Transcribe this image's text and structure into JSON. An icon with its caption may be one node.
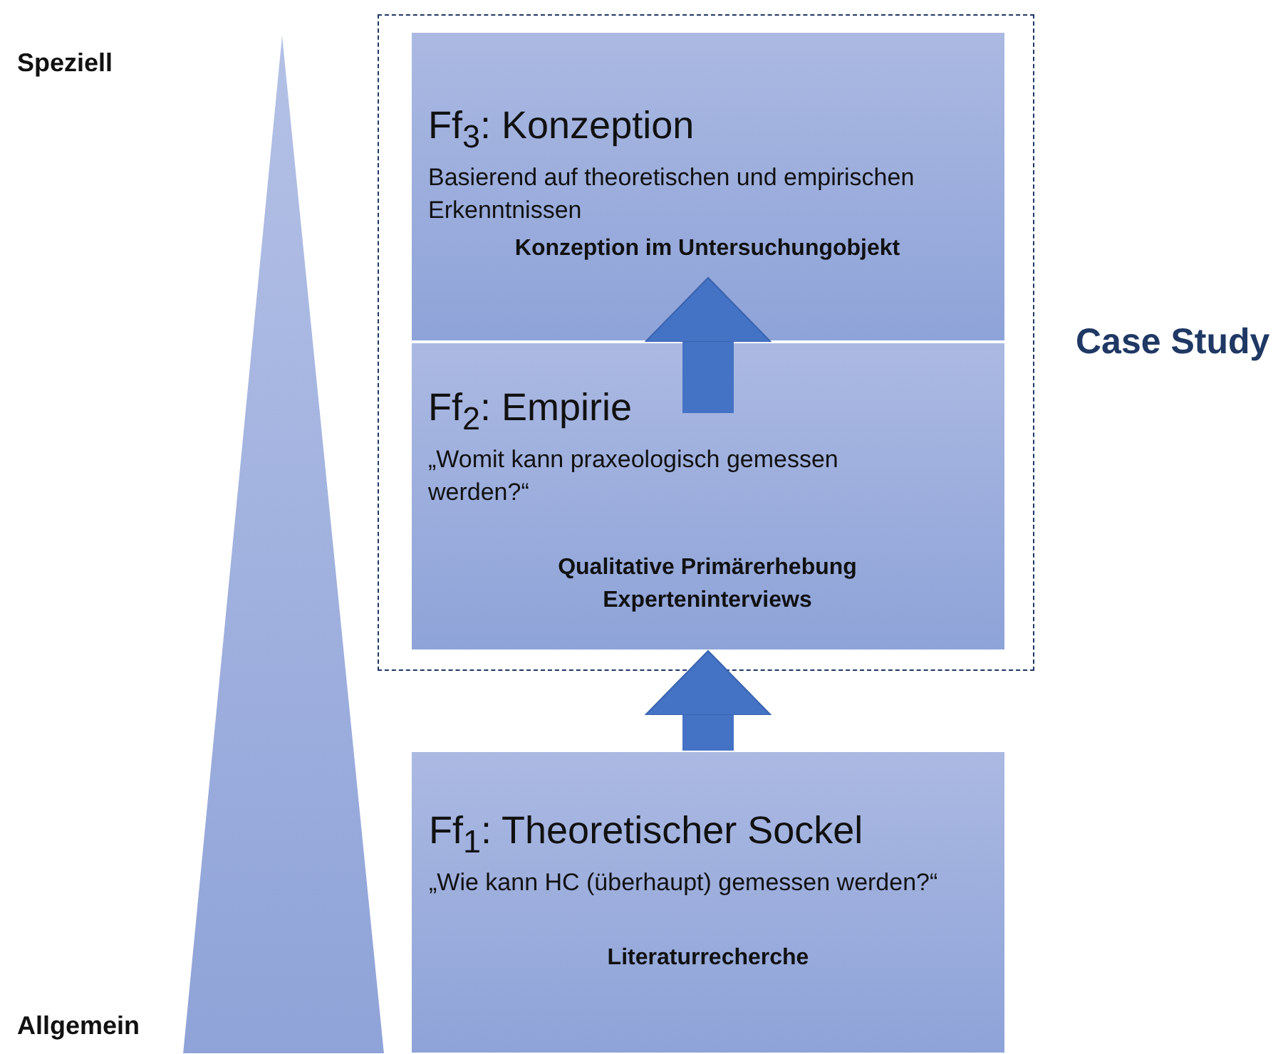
{
  "diagram": {
    "nodes": [
      {
        "text": [
          "Case Study"
        ]
      },
      {
        "text": [
          "Ff$_{3}$: Konzeption",
          "Basierend auf theoretischen und empirischen Erkenntnissen",
          "Konzeption im Untersuchungobjekt"
        ],
        "in": 0
      },
      {
        "text": [
          "Ff$_{2}$: Empirie",
          "„Womit kann praxeologisch gemessen werden?“",
          "Qualitative Primärerhebung Experteninterviews"
        ],
        "in": 0
      },
      {
        "text": [
          "Ff$_{1}$: Theoretischer Sockel",
          "„Wie kann HC (überhaupt) gemessen werden?“",
          "Literaturrecherche"
        ]
      }
    ],
    "edges": [
      {
        "from": 3,
        "to": 2,
        "arrow": "to"
      },
      {
        "from": 2,
        "to": 1,
        "arrow": "to"
      }
    ],
    "labels": [
      "Speziell",
      "Allgemein"
    ]
  }
}
